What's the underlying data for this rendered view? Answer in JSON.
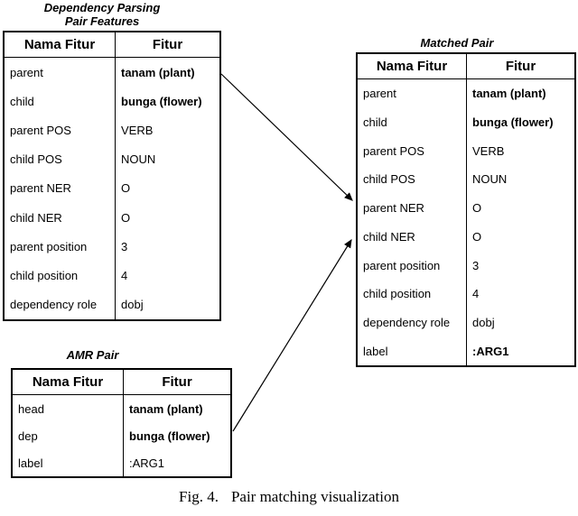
{
  "colors": {
    "ink": "#000000",
    "background": "#ffffff"
  },
  "caption": {
    "label": "Fig. 4.",
    "text": "Pair matching visualization"
  },
  "tables": {
    "dependency": {
      "title_line1": "Dependency Parsing",
      "title_line2": "Pair Features",
      "headers": [
        "Nama Fitur",
        "Fitur"
      ],
      "rows": [
        {
          "name": "parent",
          "value": "tanam (plant)",
          "value_bold": true
        },
        {
          "name": "child",
          "value": "bunga (flower)",
          "value_bold": true
        },
        {
          "name": "parent POS",
          "value": "VERB"
        },
        {
          "name": "child POS",
          "value": "NOUN"
        },
        {
          "name": "parent NER",
          "value": "O"
        },
        {
          "name": "child NER",
          "value": "O"
        },
        {
          "name": "parent position",
          "value": "3"
        },
        {
          "name": "child position",
          "value": "4"
        },
        {
          "name": "dependency role",
          "value": "dobj"
        }
      ]
    },
    "amr": {
      "title": "AMR Pair",
      "headers": [
        "Nama Fitur",
        "Fitur"
      ],
      "rows": [
        {
          "name": "head",
          "value": "tanam (plant)",
          "value_bold": true
        },
        {
          "name": "dep",
          "value": "bunga (flower)",
          "value_bold": true
        },
        {
          "name": "label",
          "value": ":ARG1"
        }
      ]
    },
    "matched": {
      "title": "Matched Pair",
      "headers": [
        "Nama Fitur",
        "Fitur"
      ],
      "rows": [
        {
          "name": "parent",
          "value": "tanam (plant)",
          "value_bold": true
        },
        {
          "name": "child",
          "value": "bunga (flower)",
          "value_bold": true
        },
        {
          "name": "parent POS",
          "value": "VERB"
        },
        {
          "name": "child POS",
          "value": "NOUN"
        },
        {
          "name": "parent NER",
          "value": "O"
        },
        {
          "name": "child NER",
          "value": "O"
        },
        {
          "name": "parent position",
          "value": "3"
        },
        {
          "name": "child position",
          "value": "4"
        },
        {
          "name": "dependency role",
          "value": "dobj"
        },
        {
          "name": "label",
          "value": ":ARG1",
          "value_bold": true
        }
      ]
    }
  },
  "arrows": [
    {
      "from": "dependency-parsing-pair-features",
      "to": "matched-pair"
    },
    {
      "from": "amr-pair",
      "to": "matched-pair"
    }
  ]
}
